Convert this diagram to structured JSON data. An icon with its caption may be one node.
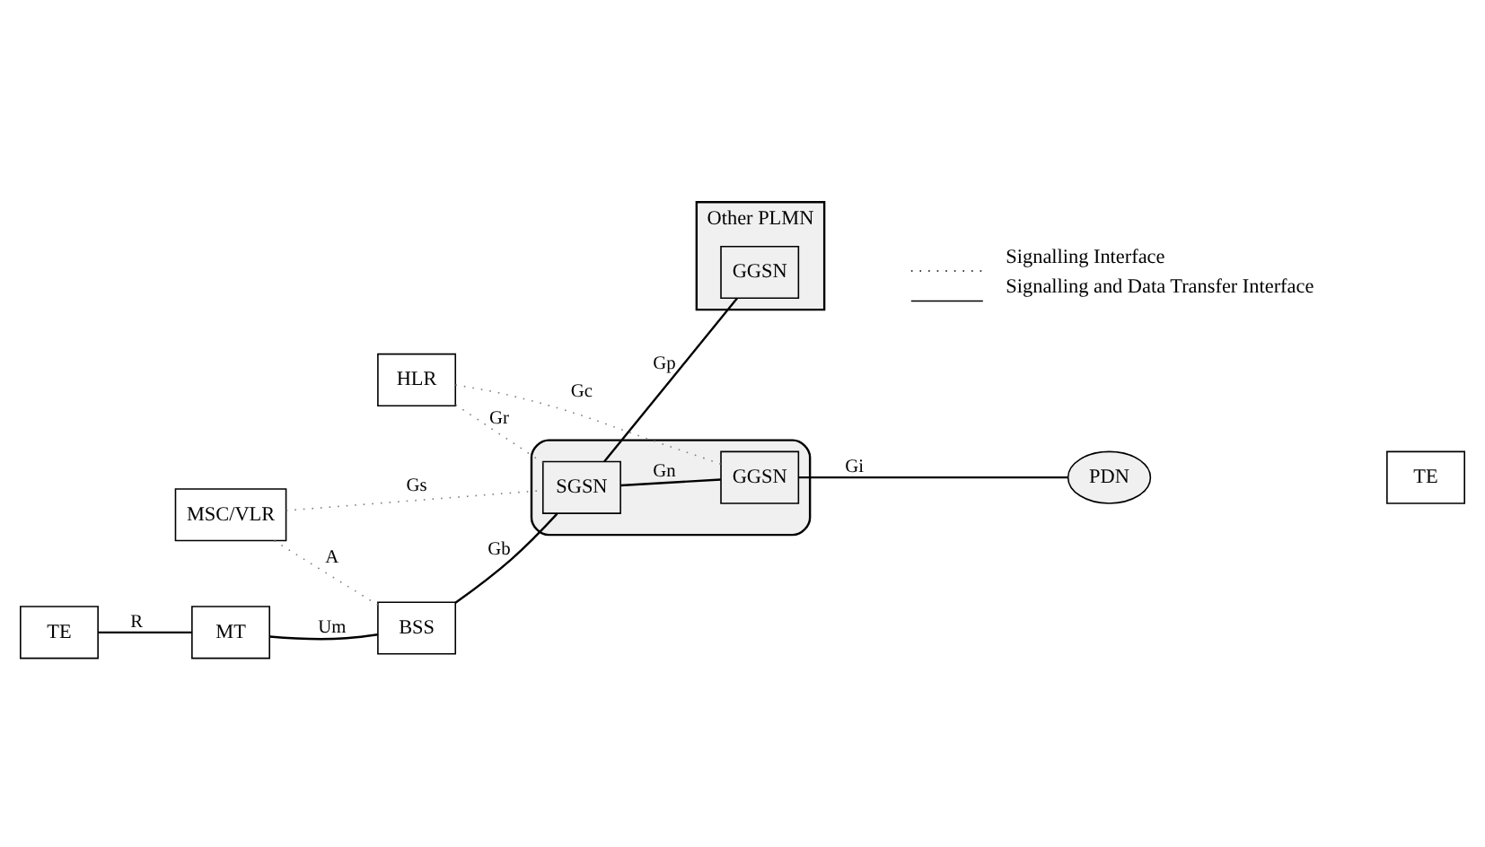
{
  "diagram": {
    "nodes": [
      {
        "text": [
          "MSC/VLR"
        ]
      },
      {
        "text": [
          "HLR"
        ]
      },
      {
        "text": [],
        "shape": "ellipse"
      },
      {
        "text": [
          "SGSN"
        ],
        "in": 2
      },
      {
        "text": [
          "GGSN"
        ],
        "in": 2
      },
      {
        "text": [
          "PDN"
        ]
      },
      {
        "text": [
          "TE"
        ]
      },
      {
        "text": [
          "TE"
        ]
      },
      {
        "text": [
          "MT"
        ]
      },
      {
        "text": [
          "BSS"
        ]
      },
      {
        "text": [
          "Other PLMN"
        ]
      },
      {
        "text": [
          "GGSN"
        ],
        "in": 10
      }
    ],
    "edges": [
      {
        "from": 0,
        "to": 9,
        "arrow": "none",
        "label": "A",
        "style": "dashed",
        "color": "#808080"
      },
      {
        "from": 0,
        "to": 3,
        "arrow": "none",
        "label": "Gs",
        "style": "dashed",
        "color": "#808080"
      },
      {
        "from": 1,
        "to": 3,
        "arrow": "none",
        "label": "Gr",
        "style": "dashed",
        "color": "#808080"
      },
      {
        "from": 1,
        "to": 4,
        "arrow": "none",
        "label": "Gc",
        "style": "dashed",
        "color": "#808080"
      },
      {
        "from": 3,
        "to": 4,
        "arrow": "none",
        "label": "Gn"
      },
      {
        "from": 4,
        "to": 5,
        "arrow": "none",
        "label": "Gi"
      },
      {
        "from": 7,
        "to": 8,
        "arrow": "none",
        "label": "R"
      },
      {
        "from": 8,
        "to": 9,
        "arrow": "none",
        "label": "Um"
      },
      {
        "from": 9,
        "to": 3,
        "arrow": "none",
        "label": "Gb"
      },
      {
        "from": 3,
        "to": 11,
        "arrow": "none",
        "label": "Gp"
      }
    ],
    "legend": [
      {
        "text": "Signalling Interface"
      },
      {
        "text": "Signalling and Data Transfer Interface"
      }
    ]
  }
}
